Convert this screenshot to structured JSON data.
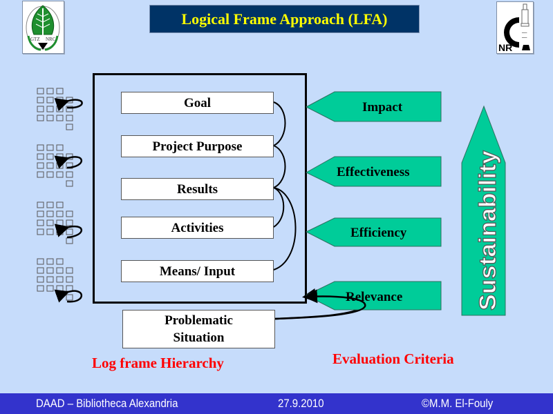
{
  "title": "Logical Frame Approach  (LFA)",
  "logos": {
    "left": {
      "name": "GTZ-NRC logo",
      "text_left": "GTZ",
      "text_right": "NRC"
    },
    "right": {
      "name": "NRC logo",
      "text": "NR"
    }
  },
  "hierarchy": {
    "levels": [
      {
        "label": "Goal"
      },
      {
        "label": "Project Purpose"
      },
      {
        "label": "Results"
      },
      {
        "label": "Activities"
      },
      {
        "label": "Means/ Input"
      }
    ],
    "problem": {
      "line1": "Problematic",
      "line2": "Situation"
    },
    "caption": "Log frame  Hierarchy"
  },
  "criteria": {
    "items": [
      {
        "label": "Impact"
      },
      {
        "label": "Effectiveness"
      },
      {
        "label": "Efficiency"
      },
      {
        "label": "Relevance"
      }
    ],
    "sustainability": "Sustainability",
    "caption": "Evaluation Criteria",
    "fill_color": "#00cc99"
  },
  "footer": {
    "left": "DAAD – Bibliotheca Alexandria",
    "center": "27.9.2010",
    "right": "©M.M. El-Fouly"
  },
  "colors": {
    "background": "#c6dcfb",
    "title_bg": "#003366",
    "title_text": "#ffff00",
    "caption": "#ff0000",
    "footer_bg": "#3333cc"
  }
}
